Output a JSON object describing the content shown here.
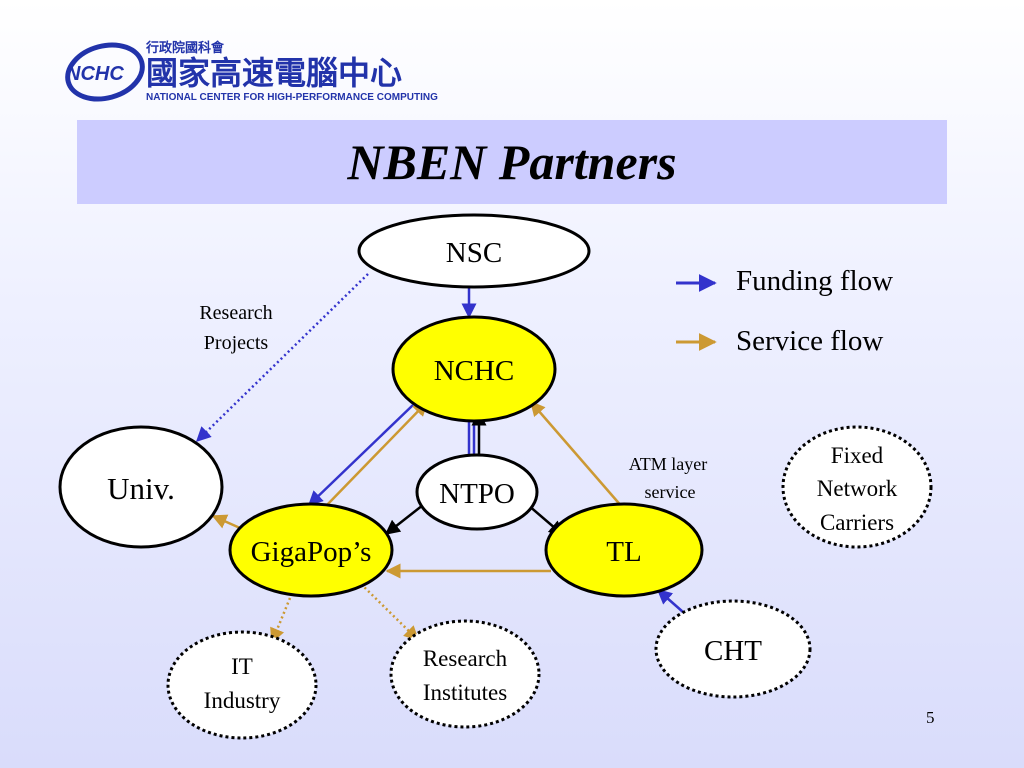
{
  "logo": {
    "abbrev": "NCHC",
    "org_cn_small": "行政院國科會",
    "org_cn": "國家高速電腦中心",
    "org_en": "NATIONAL CENTER FOR HIGH-PERFORMANCE COMPUTING"
  },
  "title": "NBEN Partners",
  "nodes": {
    "nsc": "NSC",
    "nchc": "NCHC",
    "univ": "Univ.",
    "ntpo": "NTPO",
    "gigapops": "GigaPop’s",
    "tl": "TL",
    "cht": "CHT",
    "fixed_carriers": [
      "Fixed",
      "Network",
      "Carriers"
    ],
    "it_industry": [
      "IT",
      "Industry"
    ],
    "research_institutes": [
      "Research",
      "Institutes"
    ]
  },
  "edge_labels": {
    "research_projects": [
      "Research",
      "Projects"
    ],
    "atm_layer": [
      "ATM layer",
      "service"
    ]
  },
  "legend": {
    "funding": "Funding flow",
    "service": "Service flow"
  },
  "colors": {
    "funding": "#3333cc",
    "service": "#cc9933",
    "node_highlight": "#ffff00",
    "title_bar": "#ccccff"
  },
  "page_number": "5"
}
